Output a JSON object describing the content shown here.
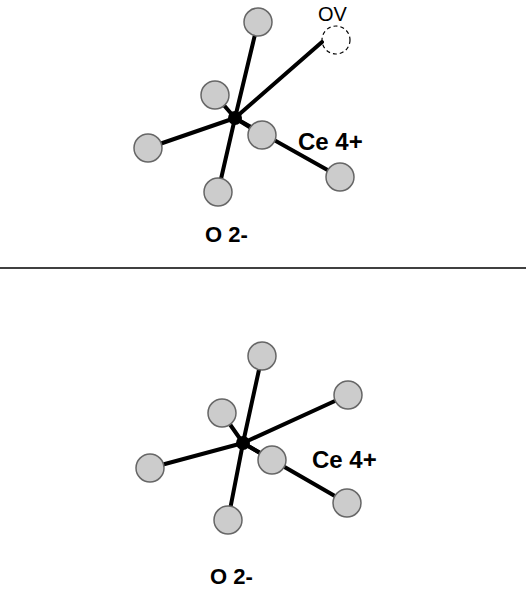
{
  "diagram": {
    "labels": [
      "OV",
      "Ce 4+",
      "O 2-",
      "Ce 4+",
      "O 2-"
    ]
  }
}
